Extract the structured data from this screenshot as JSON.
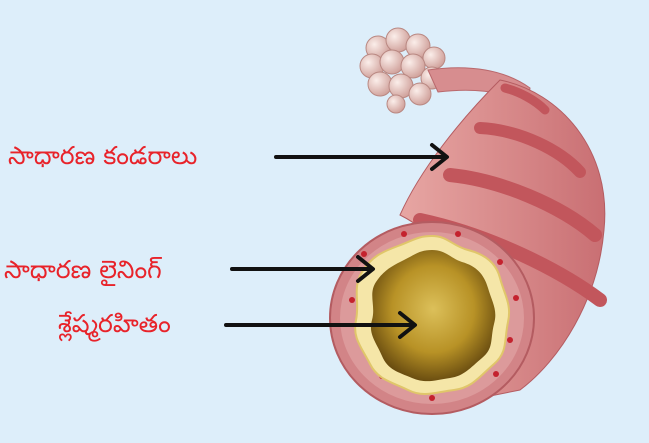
{
  "labels": {
    "muscle": "సాధారణ కండరాలు",
    "lining": "సాధారణ లైనింగ్",
    "mucus": "శ్లేష్మరహితం"
  },
  "colors": {
    "background": "#ddeefa",
    "label_text": "#e8232a",
    "arrow": "#111111",
    "airway_wall": "#d9878a",
    "muscle_band": "#c2565c",
    "lining": "#f5e6a8",
    "lumen": "#b08a1e",
    "alveoli": "#efd2cf"
  },
  "icons": {
    "arrow": "arrow-right-icon"
  }
}
